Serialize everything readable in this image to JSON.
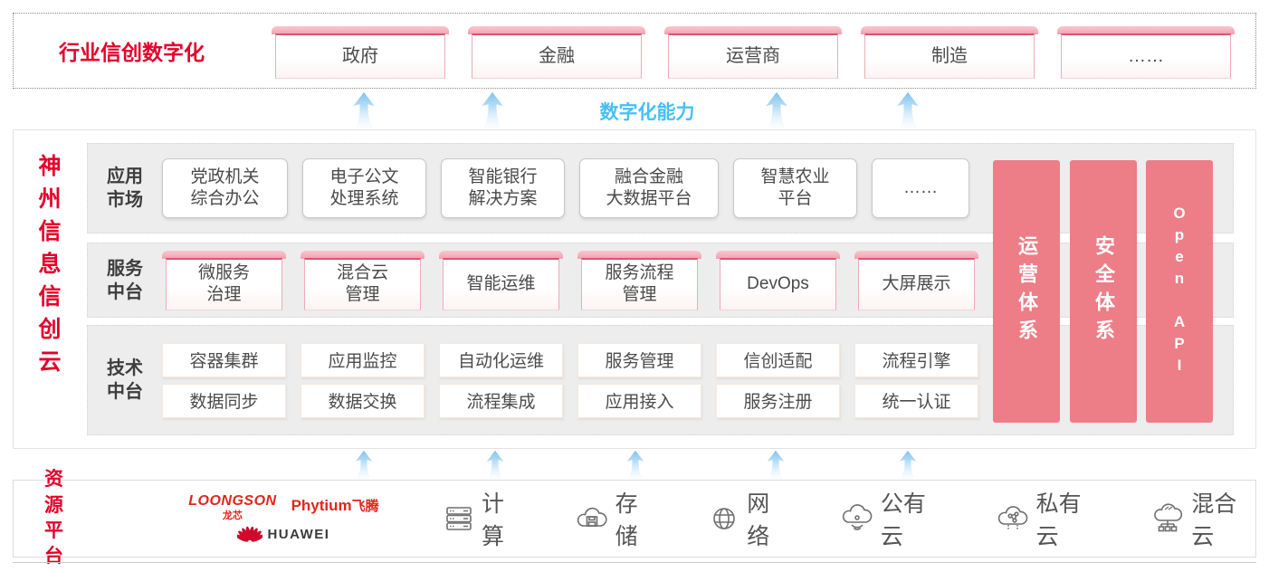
{
  "colors": {
    "brand_red": "#e4002b",
    "bar_pink": "#ed7d87",
    "capability_blue": "#45c0f5",
    "row_gray": "#ededed"
  },
  "top_banner": {
    "title": "行业信创数字化",
    "items": [
      "政府",
      "金融",
      "运营商",
      "制造",
      "……"
    ]
  },
  "capability_label": "数字化能力",
  "platform": {
    "vertical_title": "神州信息信创云",
    "rows": [
      {
        "label": "应用\n市场",
        "items": [
          "党政机关\n综合办公",
          "电子公文\n处理系统",
          "智能银行\n解决方案",
          "融合金融\n大数据平台",
          "智慧农业\n平台",
          "……"
        ]
      },
      {
        "label": "服务\n中台",
        "items": [
          "微服务\n治理",
          "混合云\n管理",
          "智能运维",
          "服务流程\n管理",
          "DevOps",
          "大屏展示"
        ]
      },
      {
        "label": "技术\n中台",
        "items_top": [
          "容器集群",
          "应用监控",
          "自动化运维",
          "服务管理",
          "信创适配",
          "流程引擎"
        ],
        "items_bottom": [
          "数据同步",
          "数据交换",
          "流程集成",
          "应用接入",
          "服务注册",
          "统一认证"
        ]
      }
    ],
    "side_bars": [
      "运营体系",
      "安全体系",
      "Open API"
    ]
  },
  "resource_platform": {
    "title": "资源\n平台",
    "vendors": {
      "loongson": "LOONGSON",
      "loongson_cn": "龙芯",
      "phytium": "Phytium",
      "phytium_cn": "飞腾",
      "huawei": "HUAWEI"
    },
    "items": [
      {
        "icon": "compute-icon",
        "label": "计算"
      },
      {
        "icon": "storage-icon",
        "label": "存储"
      },
      {
        "icon": "network-icon",
        "label": "网络"
      },
      {
        "icon": "public-cloud-icon",
        "label": "公有云"
      },
      {
        "icon": "private-cloud-icon",
        "label": "私有云"
      },
      {
        "icon": "hybrid-cloud-icon",
        "label": "混合云"
      }
    ]
  }
}
